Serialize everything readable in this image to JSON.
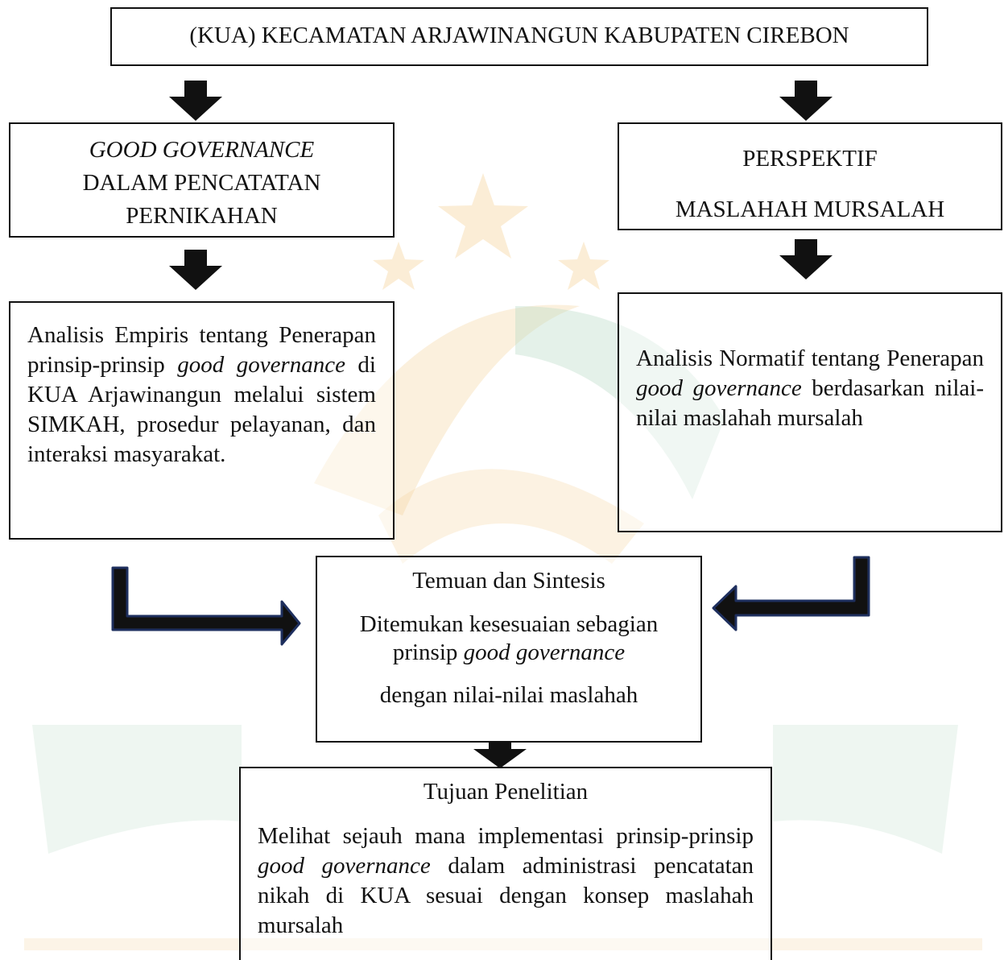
{
  "diagram": {
    "top": {
      "title": "(KUA) KECAMATAN ARJAWINANGUN KABUPATEN CIREBON"
    },
    "left_header": {
      "line1": "GOOD GOVERNANCE",
      "line2": "DALAM PENCATATAN",
      "line3": "PERNIKAHAN"
    },
    "right_header": {
      "line1": "PERSPEKTIF",
      "line2": "MASLAHAH MURSALAH"
    },
    "left_analysis": {
      "t1": "Analisis Empiris tentang Penerapan prinsip-prinsip ",
      "t2": "good governance",
      "t3": " di KUA Arjawinangun melalui sistem SIMKAH, prosedur pelayanan, dan interaksi masyarakat."
    },
    "right_analysis": {
      "t1": "Analisis Normatif tentang Penerapan ",
      "t2": "good governance",
      "t3": " berdasarkan nilai-nilai maslahah mursalah"
    },
    "synthesis": {
      "title": "Temuan dan Sintesis",
      "t1": "Ditemukan kesesuaian sebagian prinsip ",
      "t2": "good governance",
      "t3": "dengan nilai-nilai maslahah"
    },
    "objective": {
      "title": "Tujuan Penelitian",
      "t1": "Melihat sejauh mana implementasi prinsip-prinsip ",
      "t2": "good governance",
      "t3": " dalam administrasi pencatatan nikah di KUA sesuai dengan konsep maslahah mursalah"
    }
  },
  "colors": {
    "arrow_fill": "#111111",
    "arrow_outline": "#1e2f5e",
    "watermark_gold": "#f2c98a",
    "watermark_green": "#b9d9c3"
  }
}
